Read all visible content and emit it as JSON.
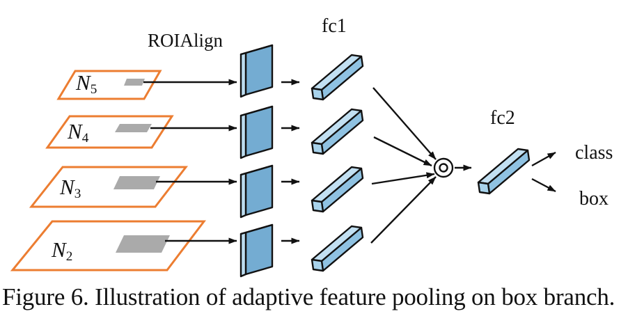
{
  "figure": {
    "caption": "Figure 6. Illustration of adaptive feature pooling on box branch.",
    "labels": {
      "roialign": "ROIAlign",
      "fc1": "fc1",
      "fc2": "fc2",
      "cls": "class",
      "box": "box"
    },
    "levels": [
      {
        "base": "N",
        "sub": "5"
      },
      {
        "base": "N",
        "sub": "4"
      },
      {
        "base": "N",
        "sub": "3"
      },
      {
        "base": "N",
        "sub": "2"
      }
    ],
    "colors": {
      "feature_map_border": "#EC7D31",
      "roi_patch": "#AAAAAA",
      "block_face": "#74ACD2",
      "block_edge": "#BCDCEF",
      "bar_top": "#C2E0F2",
      "bar_front": "#A8D3EC",
      "bar_side": "#8FC2E2",
      "outline": "#111111"
    }
  }
}
